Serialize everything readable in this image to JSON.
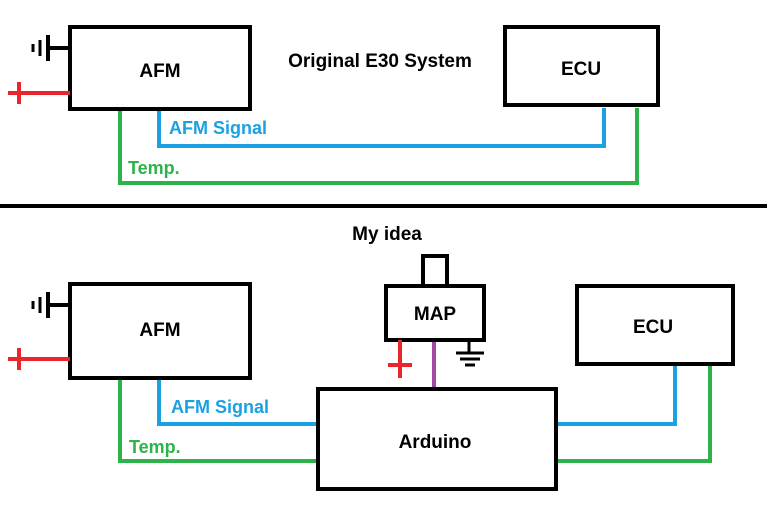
{
  "top": {
    "title": "Original E30 System",
    "afm_label": "AFM",
    "ecu_label": "ECU",
    "signal_label": "AFM Signal",
    "temp_label": "Temp."
  },
  "bottom": {
    "title": "My idea",
    "afm_label": "AFM",
    "ecu_label": "ECU",
    "map_label": "MAP",
    "arduino_label": "Arduino",
    "signal_label": "AFM Signal",
    "temp_label": "Temp."
  },
  "colors": {
    "outline": "#000000",
    "signal": "#1ba1e2",
    "temp": "#2db34a",
    "power": "#e8262c",
    "map_link": "#a349a4"
  },
  "icons": {
    "ground": "ground-symbol",
    "power": "plus-symbol"
  }
}
